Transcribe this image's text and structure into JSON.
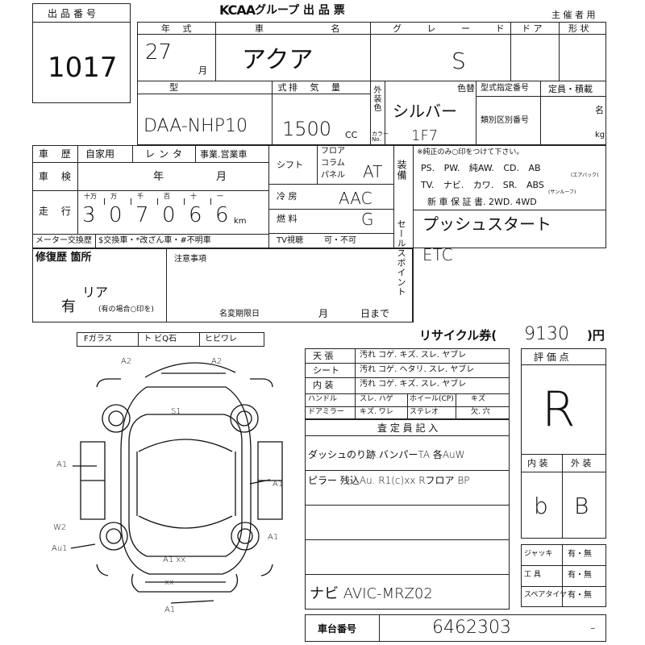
{
  "header": {
    "lot_no_label": "出品番号",
    "lot_no": "1017",
    "brand": "KCAA",
    "form_title": "グループ 出 品 票",
    "organizer": "主 催 者 用"
  },
  "row1": {
    "year_label": "年 式",
    "year_value": "27",
    "month_unit": "月",
    "name_label": "車 名",
    "name_value": "アクア",
    "grade_label": "グ レ ー ド",
    "grade_value": "S",
    "door_label": "ド ア",
    "shape_label": "形 状"
  },
  "row2": {
    "model_label": "型 式",
    "model_value": "DAA-NHP10",
    "displacement_label": "排 気 量",
    "displacement_value": "1500",
    "cc": "CC",
    "ext_color_label": "外装色",
    "color_no_label": "カラーNo.",
    "color_label": "色替",
    "color_value": "シルバー",
    "color_code": "1F7",
    "type_designation_label": "型式指定番号",
    "class_label": "類別区別番号",
    "capacity_label": "定員・積載",
    "persons_unit": "名",
    "kg_unit": "kg"
  },
  "history": {
    "label": "車 歴",
    "options": [
      "自家用",
      "レンタ",
      "事業.営業車"
    ]
  },
  "inspection": {
    "label": "車 検",
    "year": "年",
    "month": "月"
  },
  "mileage": {
    "label": "走 行",
    "units": [
      "十万",
      "万",
      "千",
      "百",
      "十",
      "一"
    ],
    "digits": [
      "3",
      "0",
      "7",
      "0",
      "6",
      "6"
    ],
    "km": "km"
  },
  "meter_row": {
    "label": "メーター交換歴",
    "options": "$交換車・*改ざん車・#不明車"
  },
  "shift": {
    "label": "シフト",
    "options": [
      "フロア",
      "コラム",
      "パネル"
    ],
    "value": "AT"
  },
  "ac": {
    "label": "冷 房",
    "value": "AAC"
  },
  "fuel": {
    "label": "燃 料",
    "value": "G"
  },
  "tv": {
    "label": "TV視聴",
    "value": "可・不可"
  },
  "equipment": {
    "label": "装備",
    "note": "※純正のみ○印をつけて下さい。",
    "line1": "PS. PW. 純AW. CD. AB",
    "ab_note": "(エアバック)",
    "line2": "TV. ナビ. カワ. SR. ABS",
    "sr_note": "(サンルーフ)",
    "line3": "新 車 保 証 書. 2WD. 4WD"
  },
  "sales_point": {
    "label": "セールスポイント",
    "line1": "プッシュスタート",
    "line2": "ETC"
  },
  "repair": {
    "label": "修復歴 箇所",
    "value": "有",
    "value_note": "リア",
    "circle_note": "(有の場合○印を)"
  },
  "notes": {
    "label": "注意事項",
    "deadline_label": "名変期限日",
    "month": "月",
    "until": "日まで"
  },
  "glass_bar": [
    "Fガラス",
    "ト ビQ石",
    "ヒビワレ"
  ],
  "recycle": {
    "label": "リサイクル券(",
    "amount": "9130",
    "unit": ")円"
  },
  "condition": [
    {
      "label": "天 張",
      "options": "汚れ コゲ. キズ. スレ. ヤブレ"
    },
    {
      "label": "シート",
      "options": "汚れ コゲ. ヘタリ. スレ. ヤブレ"
    },
    {
      "label": "内 装",
      "options": "汚れ コゲ. キズ. スレ. ヤブレ"
    }
  ],
  "condition2": [
    {
      "label": "ハンドル",
      "a": "スレ. ハゲ",
      "b": "ホイール(CP)",
      "c": "キズ"
    },
    {
      "label": "ドアミラー",
      "a": "キズ. ワレ",
      "b": "ステレオ",
      "c": "欠. 穴"
    }
  ],
  "inspector": {
    "label": "査 定 員 記 入",
    "line1": "ダッシュのり跡.バンパーTA 各AuW",
    "line2": "ピラー 残込Au. R1(c)xx Rフロア BP",
    "navi": "ナビ AVIC-MRZ02"
  },
  "evaluation": {
    "label": "評 価 点",
    "score": "R",
    "interior_label": "内 装",
    "exterior_label": "外 装",
    "interior": "b",
    "exterior": "B"
  },
  "tools": [
    {
      "label": "ジャッキ",
      "value": "有・無"
    },
    {
      "label": "工 具",
      "value": "有・無"
    },
    {
      "label": "スペアタイヤ",
      "value": "有・無"
    }
  ],
  "chassis": {
    "label": "車台番号",
    "value": "6462303",
    "suffix": "-"
  },
  "diagram_marks": {
    "a2_left": "A2",
    "a2_right": "A2",
    "a1_left": "A1",
    "a1_right": "A1",
    "a1_rr": "A1",
    "w2": "W2",
    "au1": "Au1",
    "a1_rear": "A1 xx",
    "xx": "xx",
    "a1_bottom": "A1",
    "s1": "S1"
  }
}
